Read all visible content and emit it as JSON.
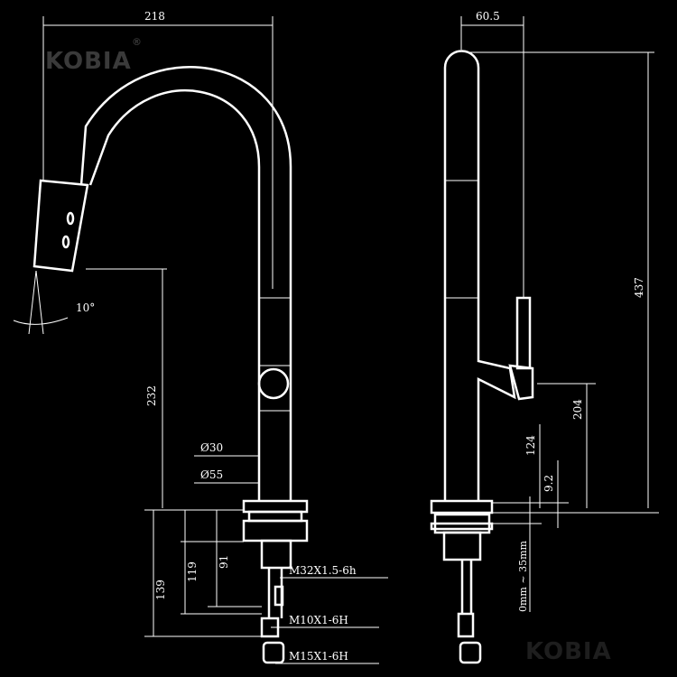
{
  "brand": {
    "logo_text": "KOBIA",
    "registered_mark": "®"
  },
  "side_view": {
    "dimensions": {
      "reach": "218",
      "spray_angle": "10°",
      "spout_height": "232",
      "inner_diameter": "Ø30",
      "base_diameter": "Ø55",
      "below_deck_total": "139",
      "below_deck_mid": "119",
      "below_deck_shank": "91"
    },
    "threads": [
      "M32X1.5-6h",
      "M10X1-6H",
      "M15X1-6H"
    ]
  },
  "front_view": {
    "dimensions": {
      "width": "60.5",
      "total_height": "437",
      "handle_height": "204",
      "body_height": "124",
      "base_height": "9.2",
      "deck_thickness": "0mm ~ 35mm"
    }
  },
  "colors": {
    "background": "#000000",
    "lines": "#ffffff",
    "logo": "#3a3a3a"
  }
}
